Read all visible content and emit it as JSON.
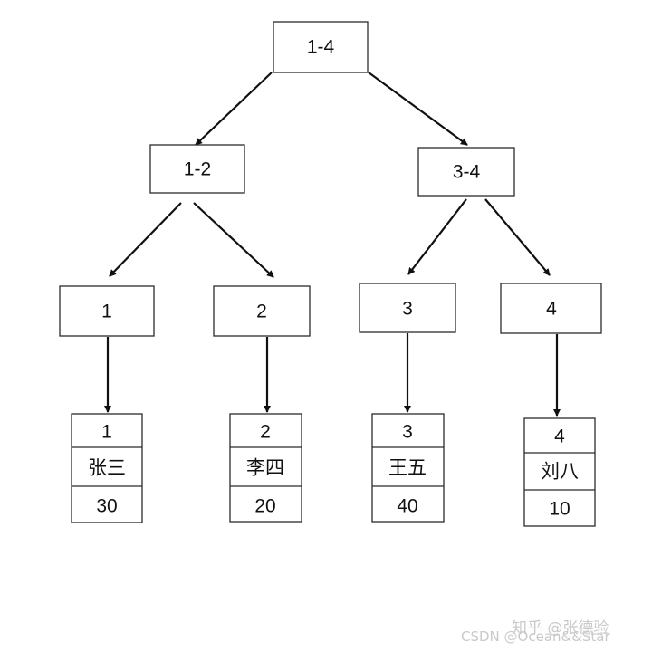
{
  "nodes": {
    "root": "1-4",
    "left": "1-2",
    "right": "3-4",
    "leaf1": "1",
    "leaf2": "2",
    "leaf3": "3",
    "leaf4": "4"
  },
  "records": [
    {
      "id": "1",
      "name": "张三",
      "age": "30"
    },
    {
      "id": "2",
      "name": "李四",
      "age": "20"
    },
    {
      "id": "3",
      "name": "王五",
      "age": "40"
    },
    {
      "id": "4",
      "name": "刘八",
      "age": "10"
    }
  ],
  "watermark": {
    "zhihu": "知乎 @张德验",
    "csdn": "CSDN @Ocean&&Star"
  }
}
